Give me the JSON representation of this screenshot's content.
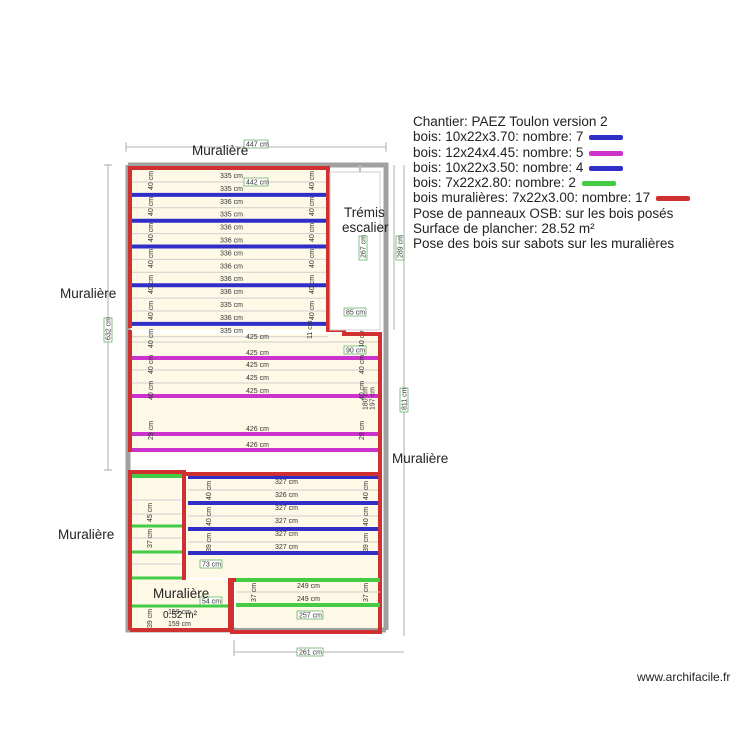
{
  "legend": {
    "title": "Chantier: PAEZ Toulon version 2",
    "items": [
      {
        "label": "bois: 10x22x3.70: nombre: 7",
        "color": "#2f2fc8"
      },
      {
        "label": "bois: 12x24x4.45: nombre: 5",
        "color": "#cc33cc"
      },
      {
        "label": "bois: 10x22x3.50: nombre: 4",
        "color": "#2f2fc8"
      },
      {
        "label": "bois: 7x22x2.80: nombre: 2",
        "color": "#44cc44"
      },
      {
        "label": "bois muralières: 7x22x3.00: nombre: 17",
        "color": "#d03030"
      }
    ],
    "notes": [
      "Pose de panneaux OSB: sur les bois posés",
      "Surface de plancher: 28.52 m²",
      "Pose des bois sur sabots sur les muralières"
    ]
  },
  "rooms": {
    "muraliere_top": "Muralière",
    "muraliere_left": "Muralière",
    "muraliere_right": "Muralière",
    "muraliere_bottom_left": "Muralière",
    "muraliere_bottom": "Muralière",
    "tremis_line1": "Trémis",
    "tremis_line2": "escalier",
    "area": "0.52 m²"
  },
  "dims": {
    "top_447": "447 cm",
    "top_442": "442 cm",
    "left_632": "632 cm",
    "right_811": "811 cm",
    "right_289": "289 cm",
    "right_267": "267 cm",
    "step_85": "85 cm",
    "step_90": "90 cm",
    "low_73": "73 cm",
    "low_54": "54 cm",
    "bottom_257": "257 cm",
    "bottom_261": "261 cm",
    "bottom_159a": "159 cm",
    "bottom_159b": "159 cm",
    "right_180": "180 cm",
    "right_197": "197 cm"
  },
  "joists": {
    "top_spans": [
      "335 cm",
      "335 cm",
      "336 cm",
      "335 cm",
      "336 cm",
      "336 cm",
      "336 cm",
      "336 cm",
      "336 cm",
      "336 cm",
      "335 cm",
      "336 cm",
      "335 cm"
    ],
    "top_gaps": "40 cm",
    "mid_spans": [
      "425 cm",
      "425 cm",
      "425 cm",
      "425 cm",
      "425 cm",
      "426 cm",
      "426 cm"
    ],
    "mid_gaps": "40 cm",
    "mid_gap_29": "29 cm",
    "low_spans": [
      "327 cm",
      "326 cm",
      "327 cm",
      "327 cm",
      "327 cm",
      "327 cm"
    ],
    "low_gaps": "40 cm",
    "low_gap_39": "39 cm",
    "bottom_spans": [
      "249 cm",
      "249 cm"
    ],
    "bottom_gap_37": "37 cm",
    "left_small_gap": "45 cm",
    "left_small_gap2": "37 cm",
    "bottom_left_gap": "39 cm",
    "small_11": "11 cm"
  },
  "footer": "www.archifacile.fr"
}
